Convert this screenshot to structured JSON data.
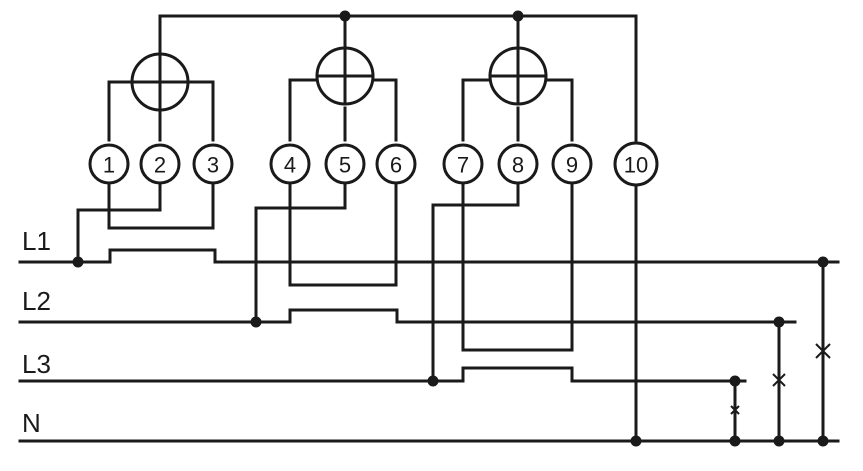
{
  "terminals": [
    "1",
    "2",
    "3",
    "4",
    "5",
    "6",
    "7",
    "8",
    "9",
    "10"
  ],
  "lines": [
    "L1",
    "L2",
    "L3",
    "N"
  ]
}
